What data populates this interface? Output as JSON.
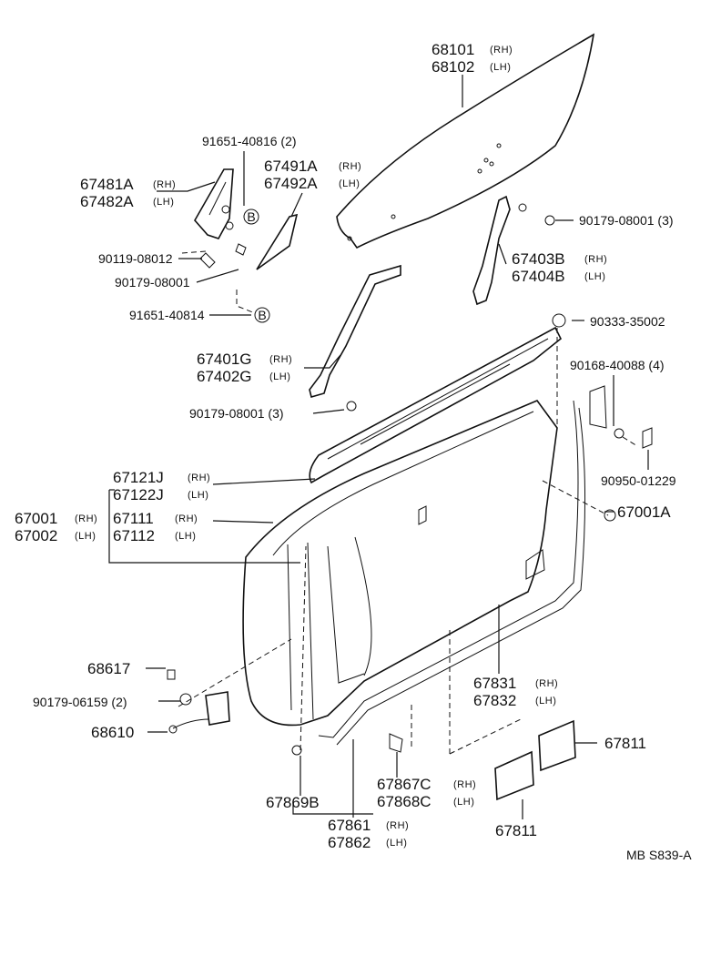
{
  "diagram_code": "MB  S839-A",
  "marker_b": "B",
  "parts": {
    "p68101": "68101",
    "p68101_side": "(RH)",
    "p68102": "68102",
    "p68102_side": "(LH)",
    "p91651_40816": "91651-40816 (2)",
    "p67491A": "67491A",
    "p67491A_side": "(RH)",
    "p67492A": "67492A",
    "p67492A_side": "(LH)",
    "p67481A": "67481A",
    "p67481A_side": "(RH)",
    "p67482A": "67482A",
    "p67482A_side": "(LH)",
    "p90119_08012": "90119-08012",
    "p90179_08001_a": "90179-08001",
    "p91651_40814": "91651-40814",
    "p90179_08001_b": "90179-08001 (3)",
    "p67403B": "67403B",
    "p67403B_side": "(RH)",
    "p67404B": "67404B",
    "p67404B_side": "(LH)",
    "p90333_35002": "90333-35002",
    "p67401G": "67401G",
    "p67401G_side": "(RH)",
    "p67402G": "67402G",
    "p67402G_side": "(LH)",
    "p90168_40088": "90168-40088 (4)",
    "p90179_08001_c": "90179-08001 (3)",
    "p67121J": "67121J",
    "p67121J_side": "(RH)",
    "p67122J": "67122J",
    "p67122J_side": "(LH)",
    "p90950_01229": "90950-01229",
    "p67001": "67001",
    "p67001_side": "(RH)",
    "p67002": "67002",
    "p67002_side": "(LH)",
    "p67111": "67111",
    "p67111_side": "(RH)",
    "p67112": "67112",
    "p67112_side": "(LH)",
    "p67001A": "67001A",
    "p68617": "68617",
    "p90179_06159": "90179-06159 (2)",
    "p68610": "68610",
    "p67831": "67831",
    "p67831_side": "(RH)",
    "p67832": "67832",
    "p67832_side": "(LH)",
    "p67811_a": "67811",
    "p67867C": "67867C",
    "p67867C_side": "(RH)",
    "p67868C": "67868C",
    "p67868C_side": "(LH)",
    "p67869B": "67869B",
    "p67861": "67861",
    "p67861_side": "(RH)",
    "p67862": "67862",
    "p67862_side": "(LH)",
    "p67811_b": "67811"
  }
}
